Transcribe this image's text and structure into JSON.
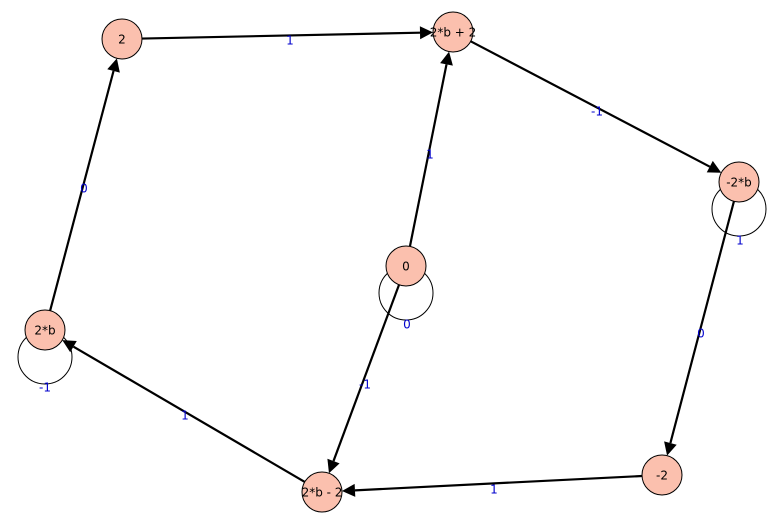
{
  "graph": {
    "node_color": "#fbc0ae",
    "edge_color": "#000000",
    "label_color": "#0000cc",
    "nodes": [
      {
        "id": "n2",
        "label": "2"
      },
      {
        "id": "n2b2",
        "label": "2*b + 2"
      },
      {
        "id": "nm2b",
        "label": "-2*b"
      },
      {
        "id": "n0",
        "label": "0"
      },
      {
        "id": "n2b",
        "label": "2*b"
      },
      {
        "id": "nm2",
        "label": "-2"
      },
      {
        "id": "n2bm2",
        "label": "2*b - 2"
      }
    ],
    "edges": [
      {
        "from": "n2",
        "to": "n2b2",
        "label": "1"
      },
      {
        "from": "n2b2",
        "to": "nm2b",
        "label": "-1"
      },
      {
        "from": "n0",
        "to": "n2b2",
        "label": "1"
      },
      {
        "from": "n2b",
        "to": "n2",
        "label": "0"
      },
      {
        "from": "n0",
        "to": "n2bm2",
        "label": "-1"
      },
      {
        "from": "nm2b",
        "to": "nm2",
        "label": "0"
      },
      {
        "from": "nm2",
        "to": "n2bm2",
        "label": "1"
      },
      {
        "from": "n2bm2",
        "to": "n2b",
        "label": "1"
      }
    ],
    "loops": [
      {
        "node": "n0",
        "label": "0"
      },
      {
        "node": "nm2b",
        "label": "1"
      },
      {
        "node": "n2b",
        "label": "-1"
      }
    ]
  }
}
